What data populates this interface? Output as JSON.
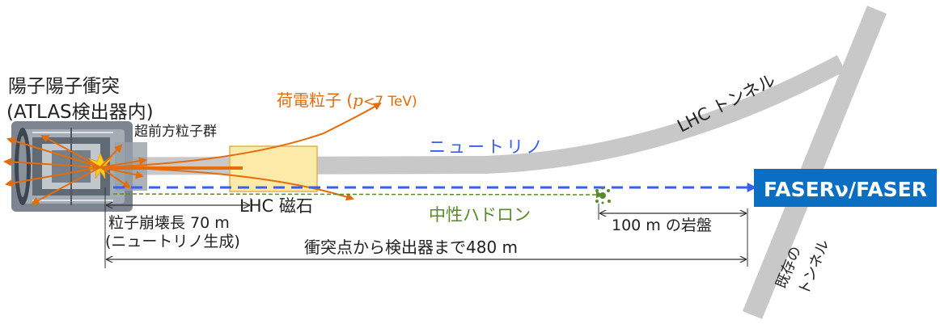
{
  "labels": {
    "collision_title": "陽子陽子衝突",
    "collision_subtitle": "(ATLAS検出器内)",
    "forward_particles": "超前方粒子群",
    "charged_particles_prefix": "荷電粒子 (",
    "charged_particles_p": "p",
    "charged_particles_suffix": "<7 TeV)",
    "lhc_tunnel": "LHC トンネル",
    "neutrino": "ニュートリノ",
    "neutral_hadron": "中性ハドロン",
    "lhc_magnet": "LHC 磁石",
    "decay_length": "粒子崩壊長 70 m",
    "neutrino_production": "(ニュートリノ生成)",
    "rock": "100 m の岩盤",
    "distance": "衝突点から検出器まで480 m",
    "existing_tunnel_1": "既存の",
    "existing_tunnel_2": "トンネル",
    "detector": "FASERν/FASER"
  },
  "colors": {
    "tunnel": "#c8c8c8",
    "charged": "#e46c0a",
    "neutrino": "#3a5ef0",
    "hadron": "#5a8a2a",
    "magnet_fill": "#fde9a8",
    "magnet_stroke": "#e0b050",
    "detector_bg": "#0a6fc2",
    "detector_text": "#ffffff",
    "text": "#222222"
  },
  "icons": {
    "atlas": "atlas-detector-icon",
    "collision": "collision-star-icon",
    "hadron_end": "hadron-decay-splash-icon"
  }
}
